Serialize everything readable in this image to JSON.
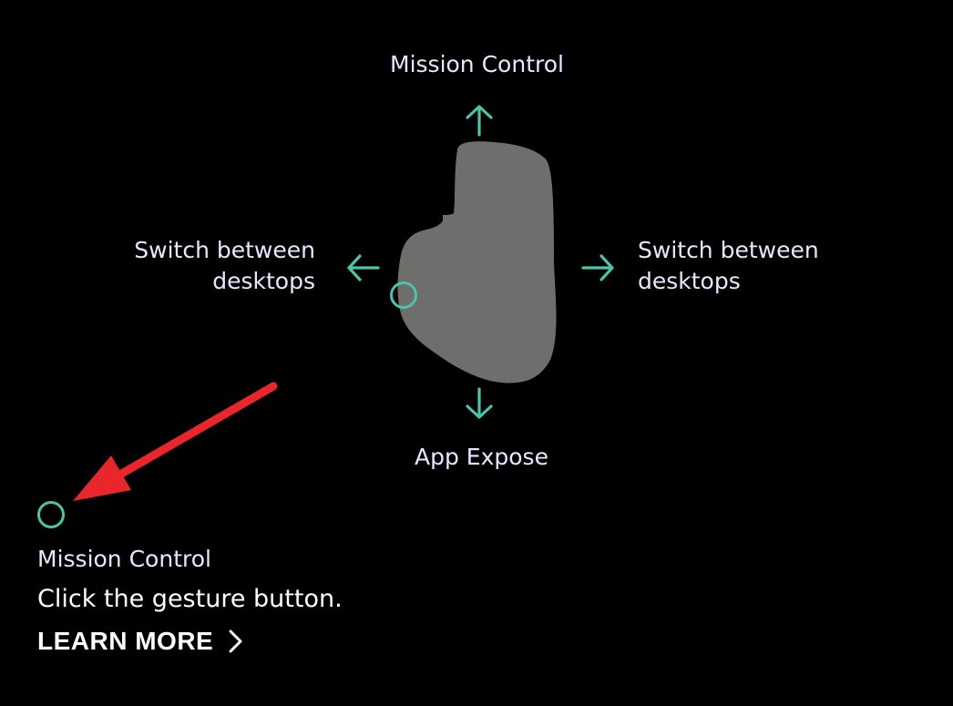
{
  "gestures": {
    "up": "Mission Control",
    "down": "App Expose",
    "left_line1": "Switch between",
    "left_line2": "desktops",
    "right_line1": "Switch between",
    "right_line2": "desktops"
  },
  "info": {
    "title": "Mission Control",
    "description": "Click the gesture button.",
    "learn_more": "LEARN MORE"
  },
  "icons": {
    "arrows": "arrow-icon",
    "chevron": "chevron-right-icon",
    "mouse": "mouse-icon",
    "gesture_button": "ring-icon"
  },
  "colors": {
    "accent": "#4fc2a9",
    "mouse": "#6e6e6c",
    "annotation": "#e8262b",
    "background": "#000000"
  }
}
